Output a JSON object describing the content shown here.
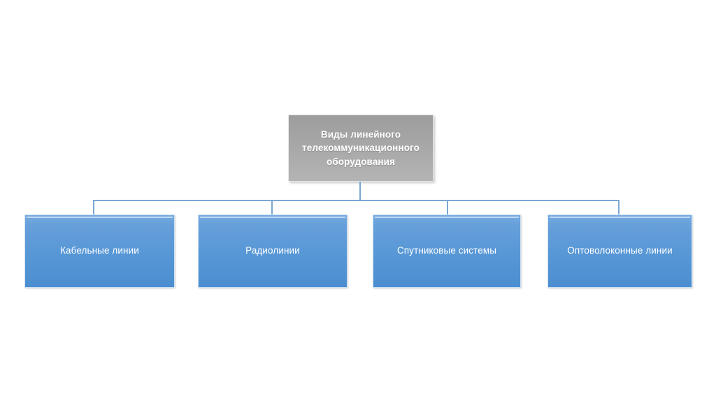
{
  "diagram": {
    "type": "hierarchy-tree",
    "background_color": "#ffffff",
    "connector_color": "#7ba7d4",
    "root": {
      "label": "Виды линейного\nтелекоммуникационного\nоборудования",
      "fill_color": "#a7a7a7",
      "text_color": "#ffffff"
    },
    "children": [
      {
        "label": "Кабельные линии",
        "fill_color": "#5797d6",
        "text_color": "#ffffff"
      },
      {
        "label": "Радиолинии",
        "fill_color": "#5797d6",
        "text_color": "#ffffff"
      },
      {
        "label": "Спутниковые системы",
        "fill_color": "#5797d6",
        "text_color": "#ffffff"
      },
      {
        "label": "Оптоволоконные линии",
        "fill_color": "#5797d6",
        "text_color": "#ffffff"
      }
    ]
  }
}
